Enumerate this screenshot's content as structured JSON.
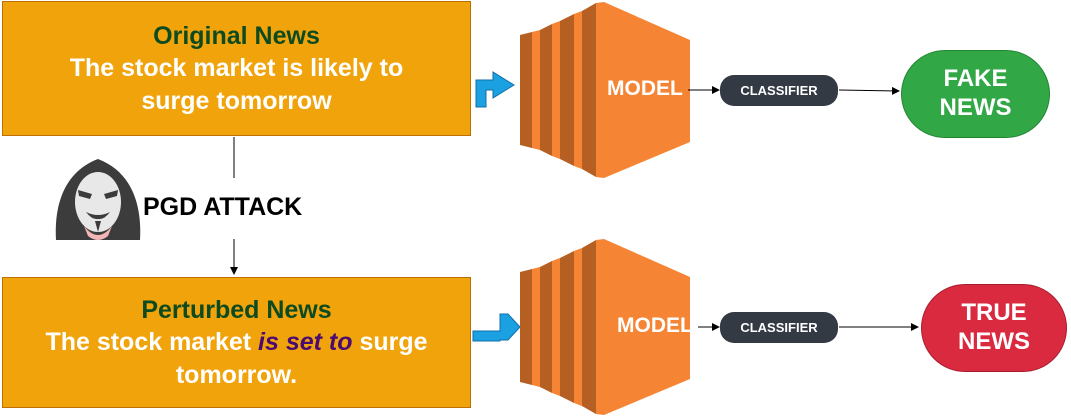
{
  "original": {
    "title": "Original News",
    "text_line1": "The stock market is likely to",
    "text_line2": "surge tomorrow"
  },
  "perturbed": {
    "title": "Perturbed News",
    "text_before": "The stock market ",
    "text_highlight": "is set to",
    "text_after": " surge",
    "text_line2": "tomorrow."
  },
  "attack": {
    "label": "PGD ATTACK"
  },
  "model_label": "MODEL",
  "classifier_label": "CLASSIFIER",
  "results": {
    "top": {
      "line1": "FAKE",
      "line2": "NEWS"
    },
    "bottom": {
      "line1": "TRUE",
      "line2": "NEWS"
    }
  },
  "colors": {
    "box_fill": "#f0a30a",
    "title_text": "#0d4a1f",
    "highlight_text": "#4b0a6e",
    "model_front": "#f58534",
    "model_side": "#b65f23",
    "classifier_fill": "#333a44",
    "fake": "#31a845",
    "true": "#da2a3f",
    "arrow_blue": "#1ba1e2"
  }
}
